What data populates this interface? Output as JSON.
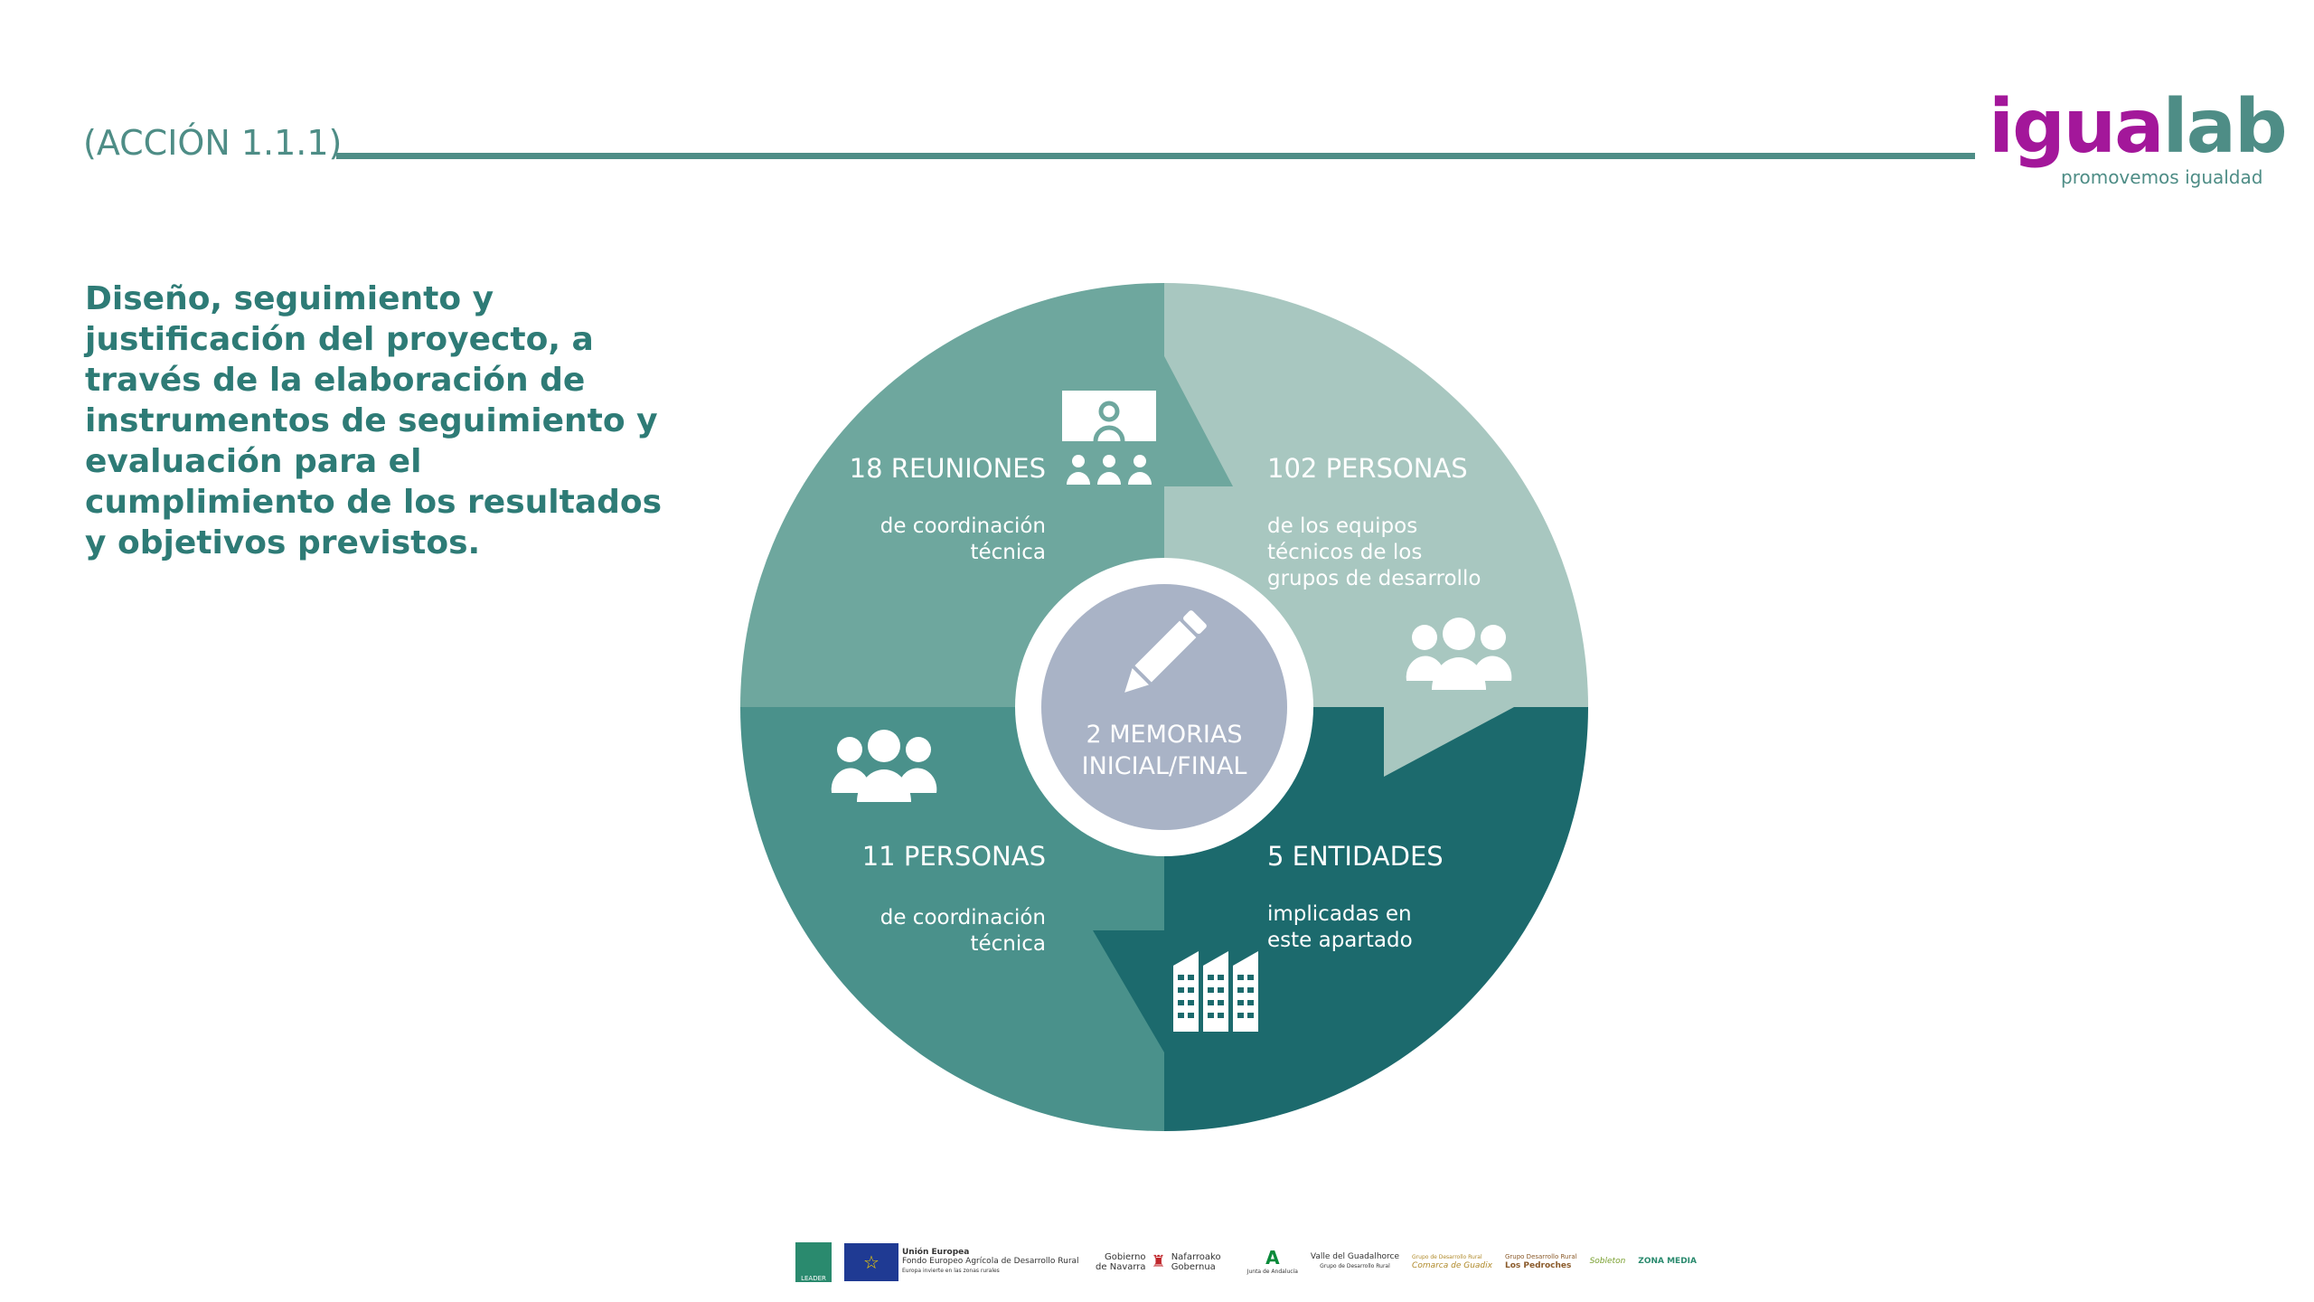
{
  "header": {
    "action_label": "(ACCIÓN 1.1.1)",
    "logo": {
      "part1": "igua",
      "part2": "lab",
      "tagline": "promovemos igualdad"
    }
  },
  "description": "Diseño, seguimiento y justificación del proyecto, a través de la elaboración de instrumentos de seguimiento y evaluación para el cumplimiento de los resultados y objetivos previstos.",
  "infographic": {
    "quadrants": [
      {
        "title": "18 REUNIONES",
        "lines": [
          "de coordinación",
          "técnica"
        ],
        "icon": "meeting-presentation-icon",
        "color": "#6ea79e"
      },
      {
        "title": "102 PERSONAS",
        "lines": [
          "de los equipos",
          "técnicos de los",
          "grupos de desarrollo"
        ],
        "icon": "group-people-icon",
        "color": "#a8c7c0"
      },
      {
        "title": "11 PERSONAS",
        "lines": [
          "de coordinación",
          "técnica"
        ],
        "icon": "group-people-icon",
        "color": "#4a918b"
      },
      {
        "title": "5 ENTIDADES",
        "lines": [
          "implicadas en",
          "este apartado"
        ],
        "icon": "buildings-icon",
        "color": "#1c6a6d"
      }
    ],
    "center": {
      "line1": "2 MEMORIAS",
      "line2": "INICIAL/FINAL",
      "icon": "pencil-icon",
      "color": "#a9b3c6"
    }
  },
  "footer_logos": [
    {
      "name": "LEADER"
    },
    {
      "name": "Unión Europea",
      "sub": "Fondo Europeo Agrícola de Desarrollo Rural",
      "note": "Europa invierte en las zonas rurales"
    },
    {
      "name": "Gobierno de Navarra",
      "alt": "Nafarroako Gobernua"
    },
    {
      "name": "Junta de Andalucía"
    },
    {
      "name": "Valle del Guadalhorce",
      "sub": "Grupo de Desarrollo Rural"
    },
    {
      "name": "Comarca de Guadix",
      "sub": "Grupo de Desarrollo Rural"
    },
    {
      "name": "Los Pedroches",
      "sub": "Grupo Desarrollo Rural"
    },
    {
      "name": "Sobleton"
    },
    {
      "name": "ZONA MEDIA"
    }
  ]
}
